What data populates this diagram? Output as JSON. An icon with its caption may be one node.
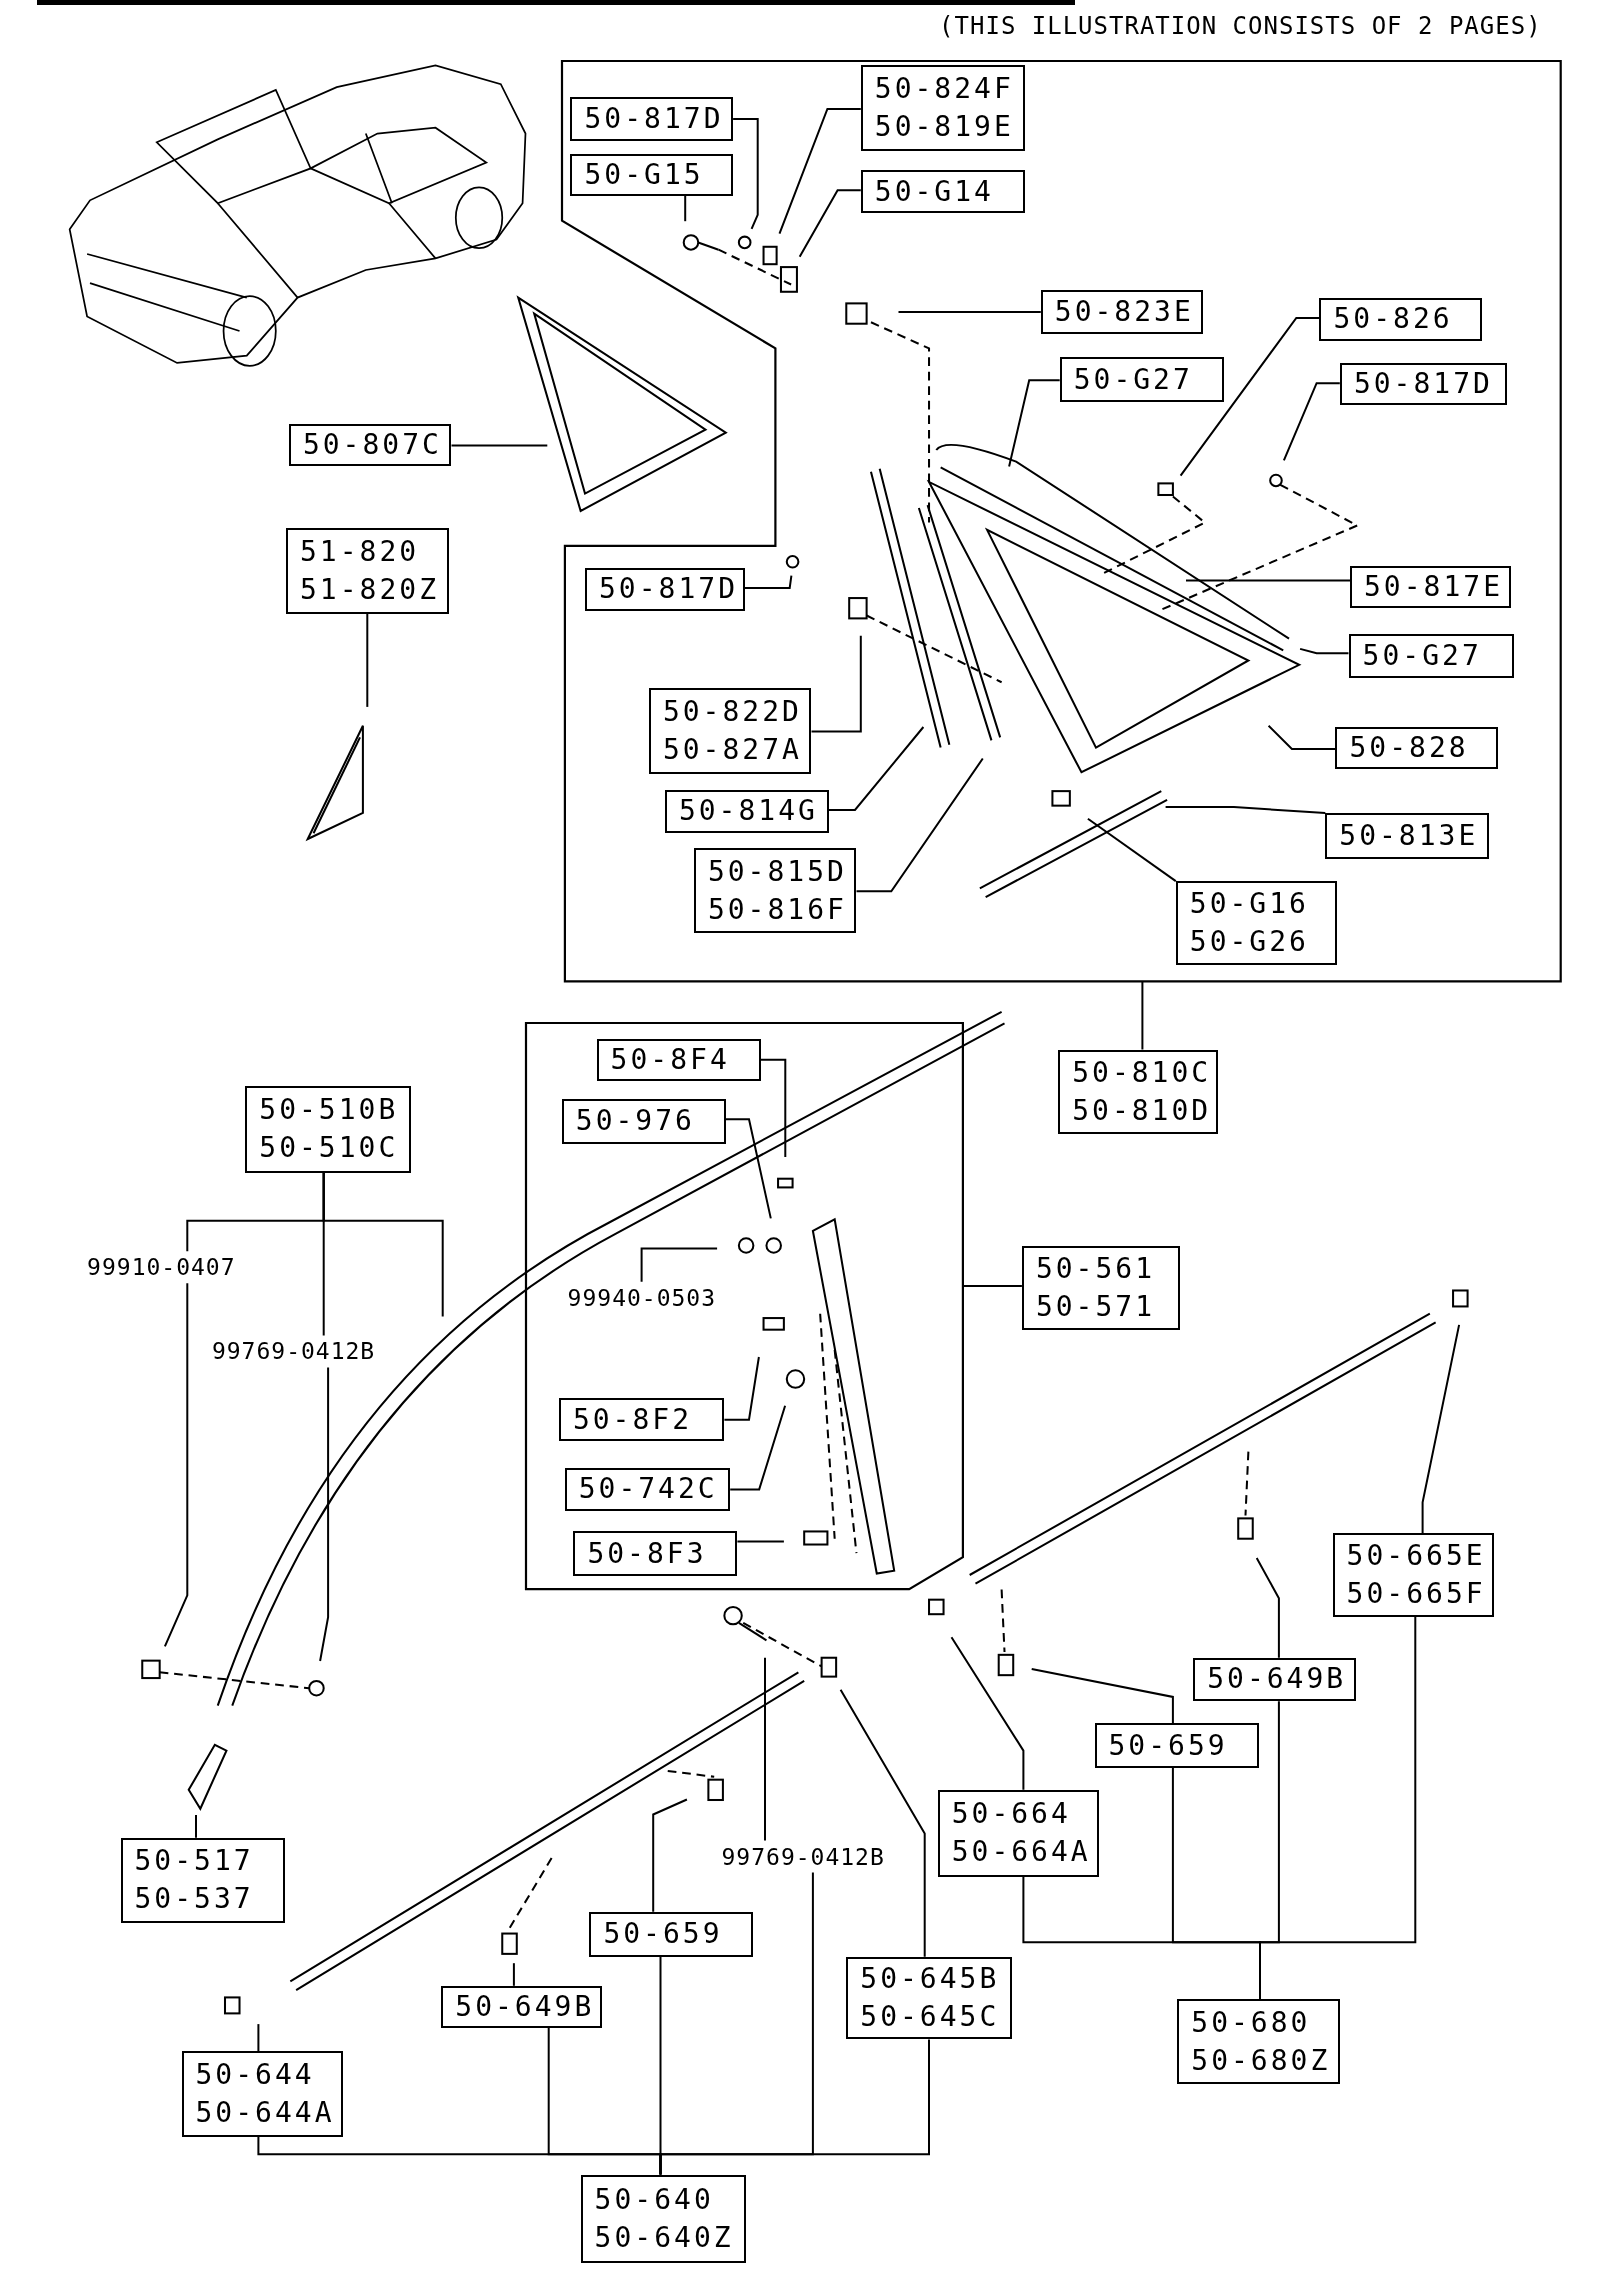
{
  "diagram": {
    "nodes": [
      {
        "text": [],
        "shape": "box"
      },
      {
        "text": [
          "50-817D"
        ],
        "in": 0
      },
      {
        "text": [
          "50-G15"
        ],
        "in": 0
      },
      {
        "text": [
          "50-824F",
          "50-819E"
        ],
        "in": 0
      },
      {
        "text": [
          "50-G14"
        ],
        "in": 0
      },
      {
        "text": [
          "50-823E"
        ],
        "in": 0
      },
      {
        "text": [
          "50-826"
        ],
        "in": 0
      },
      {
        "text": [
          "50-G27"
        ],
        "in": 0
      },
      {
        "text": [
          "50-817D"
        ],
        "in": 0
      },
      {
        "text": [
          "50-807C"
        ]
      },
      {
        "text": [
          "51-820",
          "51-820Z"
        ]
      },
      {
        "text": [
          "50-817D"
        ],
        "in": 0
      },
      {
        "text": [
          "50-817E"
        ],
        "in": 0
      },
      {
        "text": [
          "50-G27"
        ],
        "in": 0
      },
      {
        "text": [
          "50-822D",
          "50-827A"
        ],
        "in": 0
      },
      {
        "text": [
          "50-828"
        ],
        "in": 0
      },
      {
        "text": [
          "50-814G"
        ],
        "in": 0
      },
      {
        "text": [
          "50-813E"
        ],
        "in": 0
      },
      {
        "text": [
          "50-815D",
          "50-816F"
        ],
        "in": 0
      },
      {
        "text": [
          "50-G16",
          "50-G26"
        ],
        "in": 0
      },
      {
        "text": [
          "50-810C",
          "50-810D"
        ]
      },
      {
        "text": [],
        "shape": "box"
      },
      {
        "text": [
          "50-8F4"
        ],
        "in": 21
      },
      {
        "text": [
          "50-976"
        ],
        "in": 21
      },
      {
        "text": [
          "50-510B",
          "50-510C"
        ]
      },
      {
        "text": [
          "50-561",
          "50-571"
        ]
      },
      {
        "text": [
          "99910-0407"
        ]
      },
      {
        "text": [
          "99940-0503"
        ],
        "in": 21
      },
      {
        "text": [
          "99769-0412B"
        ]
      },
      {
        "text": [
          "50-8F2"
        ],
        "in": 21
      },
      {
        "text": [
          "50-742C"
        ],
        "in": 21
      },
      {
        "text": [
          "50-8F3"
        ],
        "in": 21
      },
      {
        "text": [
          "50-665E",
          "50-665F"
        ]
      },
      {
        "text": [
          "50-649B"
        ]
      },
      {
        "text": [
          "50-659"
        ]
      },
      {
        "text": [
          "50-664",
          "50-664A"
        ]
      },
      {
        "text": [
          "50-517",
          "50-537"
        ]
      },
      {
        "text": [
          "99769-0412B"
        ]
      },
      {
        "text": [
          "50-659"
        ]
      },
      {
        "text": [
          "50-645B",
          "50-645C"
        ]
      },
      {
        "text": [
          "50-680",
          "50-680Z"
        ]
      },
      {
        "text": [
          "50-649B"
        ]
      },
      {
        "text": [
          "50-644",
          "50-644A"
        ]
      },
      {
        "text": [
          "50-640",
          "50-640Z"
        ]
      }
    ],
    "edges": [
      {
        "from": 1,
        "to": null,
        "arrow": "none"
      },
      {
        "from": 2,
        "to": null,
        "arrow": "none"
      },
      {
        "from": 3,
        "to": null,
        "arrow": "none"
      },
      {
        "from": 4,
        "to": null,
        "arrow": "none"
      },
      {
        "from": 5,
        "to": null,
        "arrow": "none"
      },
      {
        "from": 6,
        "to": null,
        "arrow": "none"
      },
      {
        "from": 7,
        "to": null,
        "arrow": "none"
      },
      {
        "from": 8,
        "to": null,
        "arrow": "none"
      },
      {
        "from": 9,
        "to": null,
        "arrow": "none"
      },
      {
        "from": 10,
        "to": null,
        "arrow": "none"
      },
      {
        "from": 11,
        "to": null,
        "arrow": "none"
      },
      {
        "from": 12,
        "to": null,
        "arrow": "none"
      },
      {
        "from": 13,
        "to": null,
        "arrow": "none"
      },
      {
        "from": 14,
        "to": null,
        "arrow": "none"
      },
      {
        "from": 15,
        "to": null,
        "arrow": "none"
      },
      {
        "from": 16,
        "to": null,
        "arrow": "none"
      },
      {
        "from": 17,
        "to": null,
        "arrow": "none"
      },
      {
        "from": 18,
        "to": null,
        "arrow": "none"
      },
      {
        "from": 19,
        "to": null,
        "arrow": "none"
      },
      {
        "from": 20,
        "to": 0,
        "arrow": "none"
      },
      {
        "from": 22,
        "to": null,
        "arrow": "none"
      },
      {
        "from": 23,
        "to": null,
        "arrow": "none"
      },
      {
        "from": 24,
        "to": 26,
        "arrow": "none"
      },
      {
        "from": 24,
        "to": 28,
        "arrow": "none"
      },
      {
        "from": 24,
        "to": null,
        "arrow": "none"
      },
      {
        "from": 25,
        "to": 21,
        "arrow": "none"
      },
      {
        "from": 26,
        "to": null,
        "arrow": "none"
      },
      {
        "from": 27,
        "to": null,
        "arrow": "none"
      },
      {
        "from": 28,
        "to": null,
        "arrow": "none"
      },
      {
        "from": 29,
        "to": null,
        "arrow": "none"
      },
      {
        "from": 30,
        "to": null,
        "arrow": "none"
      },
      {
        "from": 31,
        "to": null,
        "arrow": "none"
      },
      {
        "from": 32,
        "to": null,
        "arrow": "none"
      },
      {
        "from": 33,
        "to": null,
        "arrow": "none"
      },
      {
        "from": 34,
        "to": null,
        "arrow": "none"
      },
      {
        "from": 35,
        "to": null,
        "arrow": "none"
      },
      {
        "from": 36,
        "to": null,
        "arrow": "none"
      },
      {
        "from": 37,
        "to": null,
        "arrow": "none"
      },
      {
        "from": 38,
        "to": null,
        "arrow": "none"
      },
      {
        "from": 39,
        "to": null,
        "arrow": "none"
      },
      {
        "from": 41,
        "to": null,
        "arrow": "none"
      },
      {
        "from": 42,
        "to": null,
        "arrow": "none"
      },
      {
        "from": 40,
        "to": 35,
        "arrow": "none"
      },
      {
        "from": 40,
        "to": 34,
        "arrow": "none"
      },
      {
        "from": 40,
        "to": 33,
        "arrow": "none"
      },
      {
        "from": 40,
        "to": 32,
        "arrow": "none"
      },
      {
        "from": 43,
        "to": 42,
        "arrow": "none"
      },
      {
        "from": 43,
        "to": 41,
        "arrow": "none"
      },
      {
        "from": 43,
        "to": 38,
        "arrow": "none"
      },
      {
        "from": 43,
        "to": 37,
        "arrow": "none"
      },
      {
        "from": 43,
        "to": 39,
        "arrow": "none"
      }
    ],
    "labels": [
      "(THIS ILLUSTRATION CONSISTS OF 2 PAGES)"
    ]
  }
}
